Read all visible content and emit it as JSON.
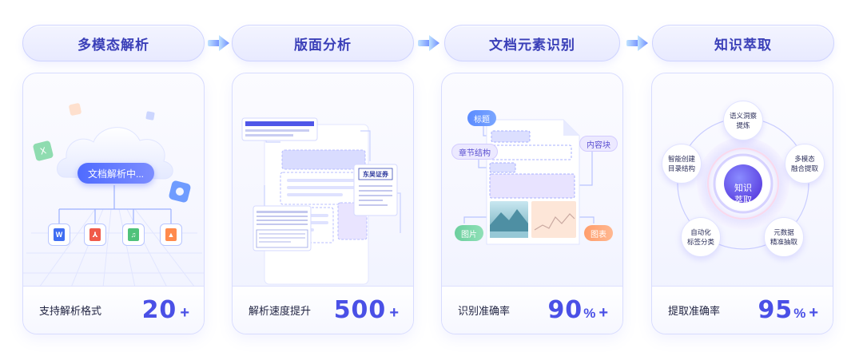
{
  "steps": [
    {
      "title": "多模态解析",
      "metric_label": "支持解析格式",
      "metric_value": "20",
      "metric_unit": "",
      "metric_plus": "+"
    },
    {
      "title": "版面分析",
      "metric_label": "解析速度提升",
      "metric_value": "500",
      "metric_unit": "",
      "metric_plus": "+"
    },
    {
      "title": "文档元素识别",
      "metric_label": "识别准确率",
      "metric_value": "90",
      "metric_unit": "%",
      "metric_plus": "+"
    },
    {
      "title": "知识萃取",
      "metric_label": "提取准确率",
      "metric_value": "95",
      "metric_unit": "%",
      "metric_plus": "+"
    }
  ],
  "card1": {
    "cloud_label": "文档解析中...",
    "file_icons": [
      "word-file-icon",
      "pdf-file-icon",
      "audio-file-icon",
      "image-file-icon"
    ]
  },
  "card2": {
    "logo_text": "东吴证券"
  },
  "card3": {
    "tags": {
      "title": "标题",
      "structure": "章节结构",
      "content": "内容块",
      "image": "图片",
      "chart": "图表"
    }
  },
  "card4": {
    "center": "知识\n萃取",
    "nodes": {
      "top": "语义洞察\n提炼",
      "right": "多模态\n融合提取",
      "bottom_right": "元数据\n精准抽取",
      "bottom_left": "自动化\n标签分类",
      "left": "智能创建\n目录结构"
    }
  },
  "colors": {
    "accent": "#4a50e6",
    "pill_text": "#3a3fb8",
    "border": "#d8dcff"
  }
}
